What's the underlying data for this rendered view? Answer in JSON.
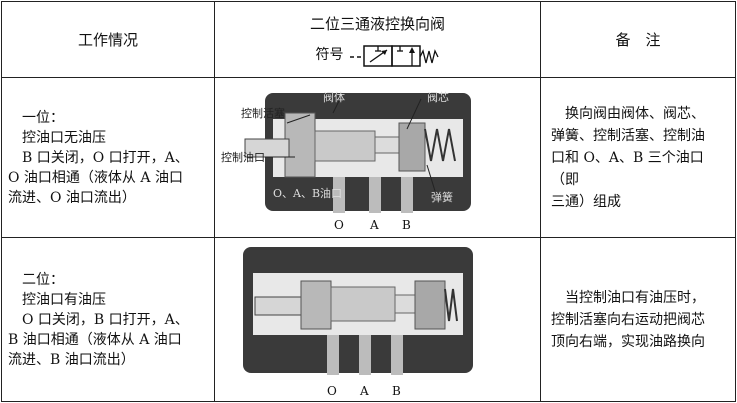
{
  "header": {
    "col1": "工作情况",
    "col2_title": "二位三通液控换向阀",
    "col2_symbol_label": "符号",
    "col3": "备　注"
  },
  "row1": {
    "work_lines": [
      "一位：",
      "控油口无油压",
      "B 口关闭，O 口打开，A、",
      "O 油口相通（液体从 A 油口",
      "流进、O 油口流出）"
    ],
    "diagram_labels": {
      "piston": "控制活塞",
      "body": "阀体",
      "core": "阀芯",
      "control_port": "控制油口",
      "ports_text": "O、A、B油口",
      "spring": "弹簧",
      "port_o": "O",
      "port_a": "A",
      "port_b": "B"
    },
    "note_lines": [
      "换向阀由阀体、阀芯、",
      "弹簧、控制活塞、控制油",
      "口和 O、A、B 三个油口（即",
      "三通）组成"
    ]
  },
  "row2": {
    "work_lines": [
      "二位：",
      "控油口有油压",
      "O 口关闭，B 口打开，A、",
      "B 油口相通（液体从 A 油口",
      "流进、B 油口流出）"
    ],
    "diagram_labels": {
      "port_o": "O",
      "port_a": "A",
      "port_b": "B"
    },
    "note_lines": [
      "当控制油口有油压时，",
      "控制活塞向右运动把阀芯",
      "顶向右端，实现油路换向"
    ]
  }
}
